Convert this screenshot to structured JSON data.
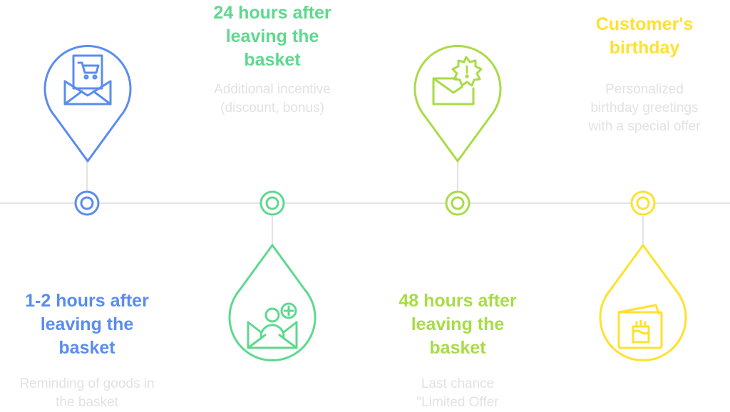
{
  "colors": {
    "blue": "#5a8cf0",
    "green": "#5dd98e",
    "lime": "#a8dc46",
    "yellow": "#ffe12e",
    "line": "#e3e3e3",
    "desc": "#e2e2e2"
  },
  "steps": [
    {
      "title": "1-2 hours after leaving the basket",
      "title_lines": [
        "1-2 hours after",
        "leaving the",
        "basket"
      ],
      "desc_lines": [
        "Reminding of goods in",
        "the basket"
      ],
      "icon": "cart-envelope-icon"
    },
    {
      "title": "24 hours after leaving the basket",
      "title_lines": [
        "24 hours after",
        "leaving the",
        "basket"
      ],
      "desc_lines": [
        "Additional incentive",
        "(discount, bonus)"
      ],
      "icon": "person-plus-envelope-icon"
    },
    {
      "title": "48 hours after leaving the basket",
      "title_lines": [
        "48 hours after",
        "leaving the",
        "basket"
      ],
      "desc_lines": [
        "Last chance",
        "\"Limited Offer"
      ],
      "icon": "alert-badge-envelope-icon"
    },
    {
      "title": "Customer's birthday",
      "title_lines": [
        "Customer's",
        "birthday"
      ],
      "desc_lines": [
        "Personalized",
        "birthday greetings",
        "with a special offer"
      ],
      "icon": "birthday-card-icon"
    }
  ]
}
